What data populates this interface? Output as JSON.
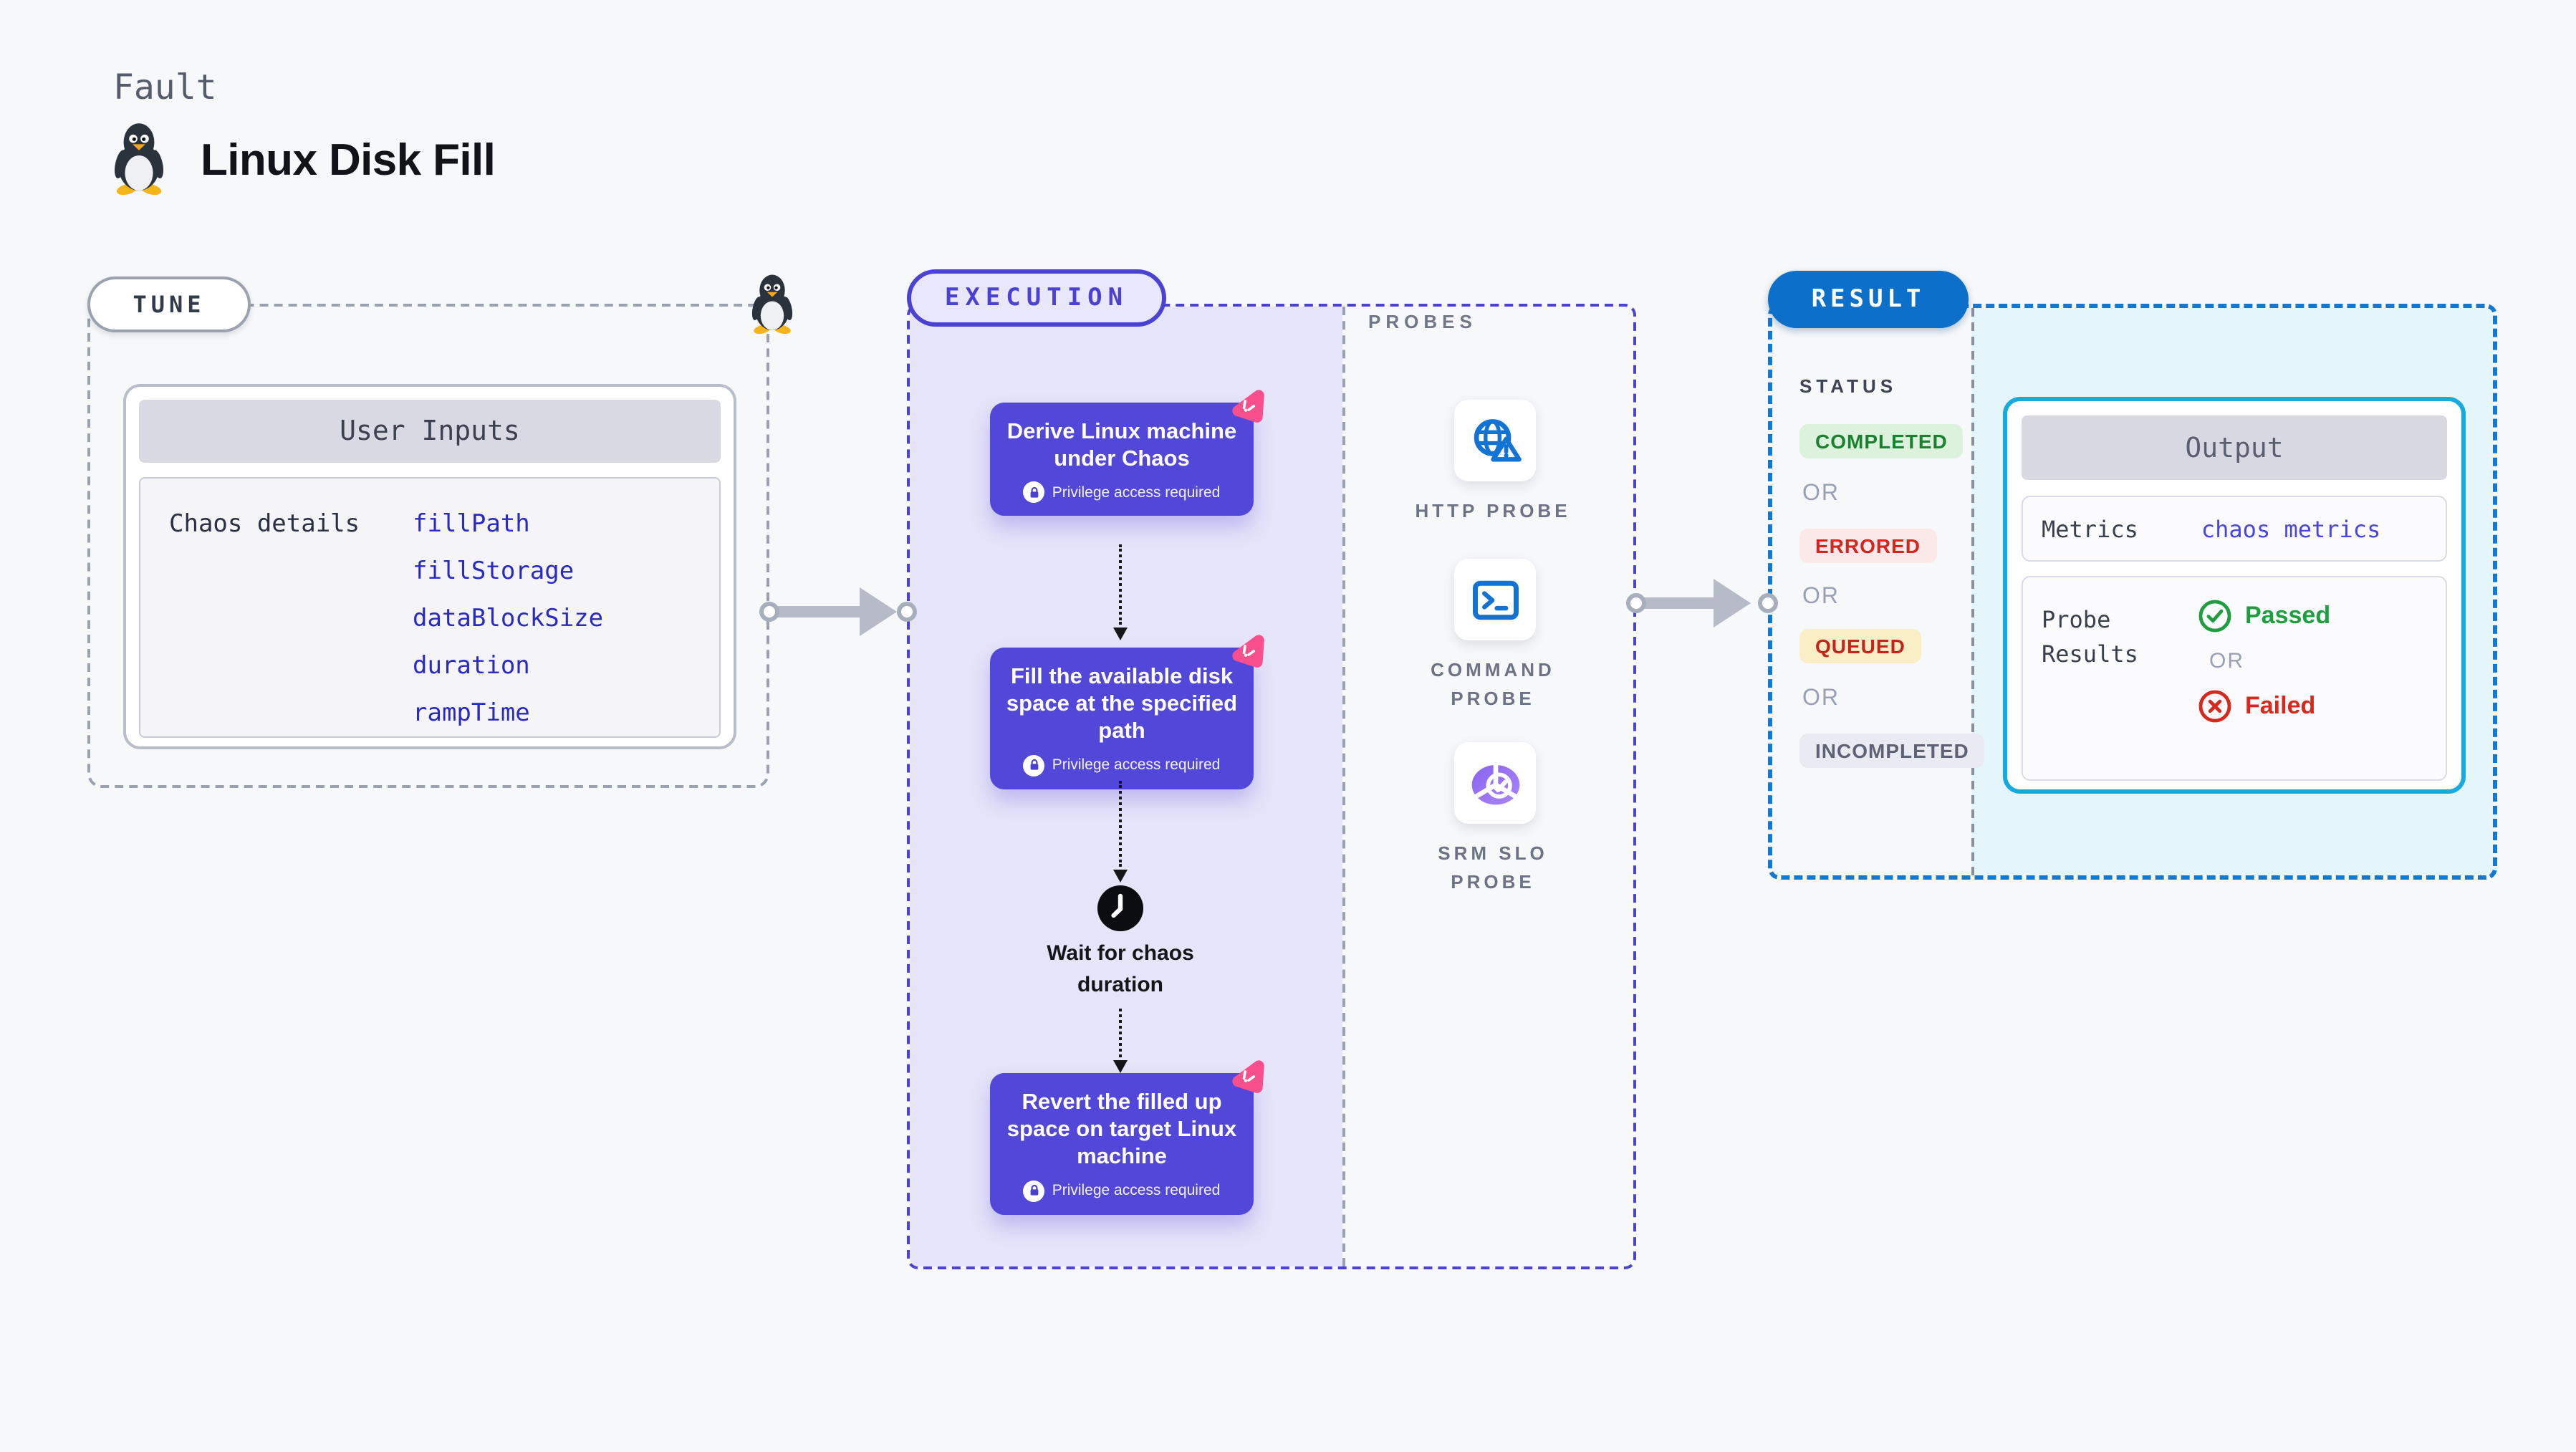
{
  "header": {
    "eyebrow": "Fault",
    "title": "Linux Disk Fill"
  },
  "tune": {
    "label": "TUNE",
    "card_title": "User Inputs",
    "row_label": "Chaos details",
    "inputs": [
      "fillPath",
      "fillStorage",
      "dataBlockSize",
      "duration",
      "rampTime"
    ]
  },
  "execution": {
    "label": "EXECUTION",
    "steps": [
      {
        "title": "Derive Linux machine under Chaos",
        "badge": "Privilege access required"
      },
      {
        "title": "Fill the available disk space at the specified path",
        "badge": "Privilege access required"
      },
      {
        "title": "Revert the filled up space on target Linux machine",
        "badge": "Privilege access required"
      }
    ],
    "wait_label": "Wait for chaos duration"
  },
  "probes": {
    "label": "PROBES",
    "items": [
      {
        "name": "HTTP PROBE",
        "icon": "globe-alert-icon"
      },
      {
        "name": "COMMAND PROBE",
        "icon": "terminal-icon"
      },
      {
        "name": "SRM SLO PROBE",
        "icon": "slo-pie-icon"
      }
    ]
  },
  "result": {
    "label": "RESULT",
    "status_heading": "STATUS",
    "statuses": [
      "COMPLETED",
      "ERRORED",
      "QUEUED",
      "INCOMPLETED"
    ],
    "or_label": "OR",
    "output": {
      "title": "Output",
      "metrics_label": "Metrics",
      "metrics_value": "chaos metrics",
      "probe_results_label": "Probe Results",
      "passed_label": "Passed",
      "failed_label": "Failed"
    }
  },
  "colors": {
    "indigo_accent": "#4b42d4",
    "node_fill": "#5247d8",
    "pink_chaos": "#f9508d",
    "result_blue": "#0c6fc9",
    "cyan_border": "#15abe0",
    "success_green": "#1a8130",
    "error_red": "#d2261f",
    "link_blue": "#2a2ac2"
  }
}
